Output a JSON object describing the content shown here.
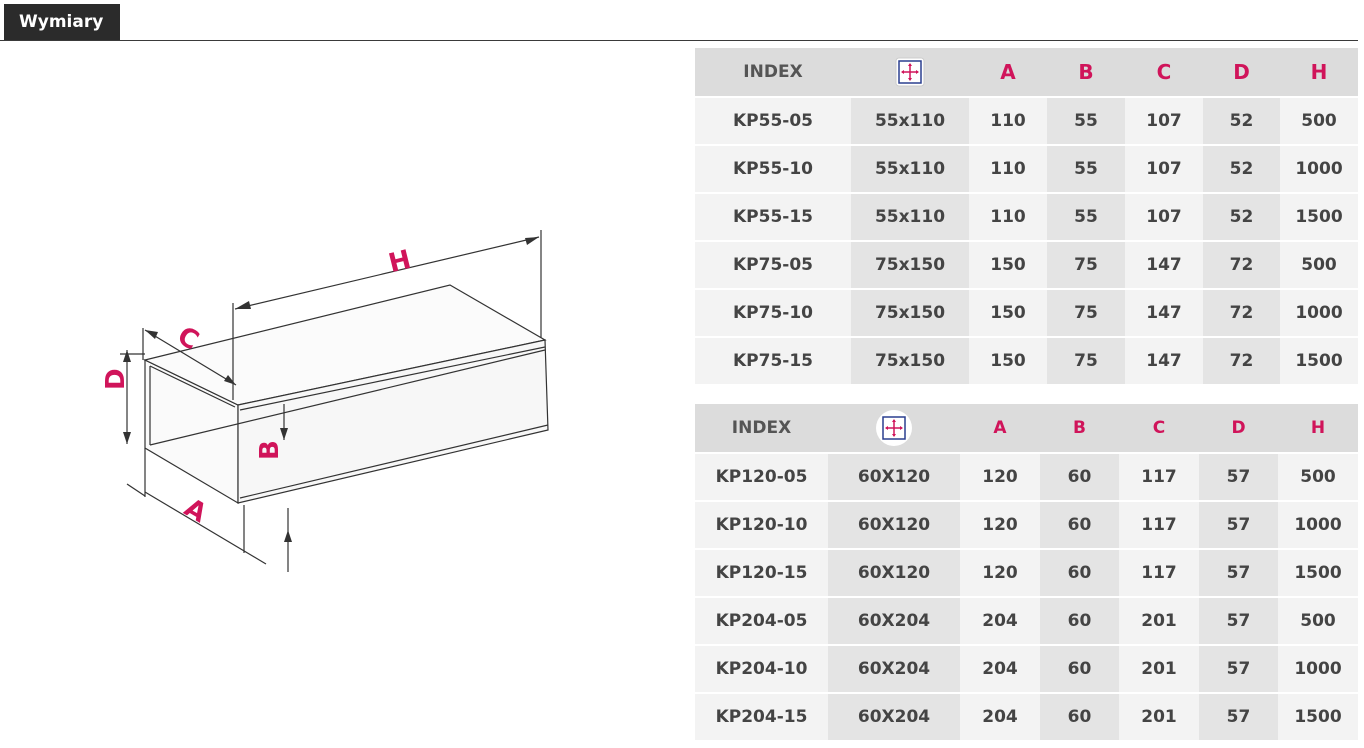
{
  "tab": {
    "label": "Wymiary"
  },
  "diagram": {
    "labels": {
      "H": "H",
      "C": "C",
      "D": "D",
      "B": "B",
      "A": "A"
    },
    "accent": "#d0145a"
  },
  "table1": {
    "headers": [
      "INDEX",
      "dimension-icon",
      "A",
      "B",
      "C",
      "D",
      "H"
    ],
    "rows": [
      [
        "KP55-05",
        "55x110",
        "110",
        "55",
        "107",
        "52",
        "500"
      ],
      [
        "KP55-10",
        "55x110",
        "110",
        "55",
        "107",
        "52",
        "1000"
      ],
      [
        "KP55-15",
        "55x110",
        "110",
        "55",
        "107",
        "52",
        "1500"
      ],
      [
        "KP75-05",
        "75x150",
        "150",
        "75",
        "147",
        "72",
        "500"
      ],
      [
        "KP75-10",
        "75x150",
        "150",
        "75",
        "147",
        "72",
        "1000"
      ],
      [
        "KP75-15",
        "75x150",
        "150",
        "75",
        "147",
        "72",
        "1500"
      ]
    ]
  },
  "table2": {
    "headers": [
      "INDEX",
      "dimension-icon",
      "A",
      "B",
      "C",
      "D",
      "H"
    ],
    "rows": [
      [
        "KP120-05",
        "60X120",
        "120",
        "60",
        "117",
        "57",
        "500"
      ],
      [
        "KP120-10",
        "60X120",
        "120",
        "60",
        "117",
        "57",
        "1000"
      ],
      [
        "KP120-15",
        "60X120",
        "120",
        "60",
        "117",
        "57",
        "1500"
      ],
      [
        "KP204-05",
        "60X204",
        "204",
        "60",
        "201",
        "57",
        "500"
      ],
      [
        "KP204-10",
        "60X204",
        "204",
        "60",
        "201",
        "57",
        "1000"
      ],
      [
        "KP204-15",
        "60X204",
        "204",
        "60",
        "201",
        "57",
        "1500"
      ]
    ]
  }
}
